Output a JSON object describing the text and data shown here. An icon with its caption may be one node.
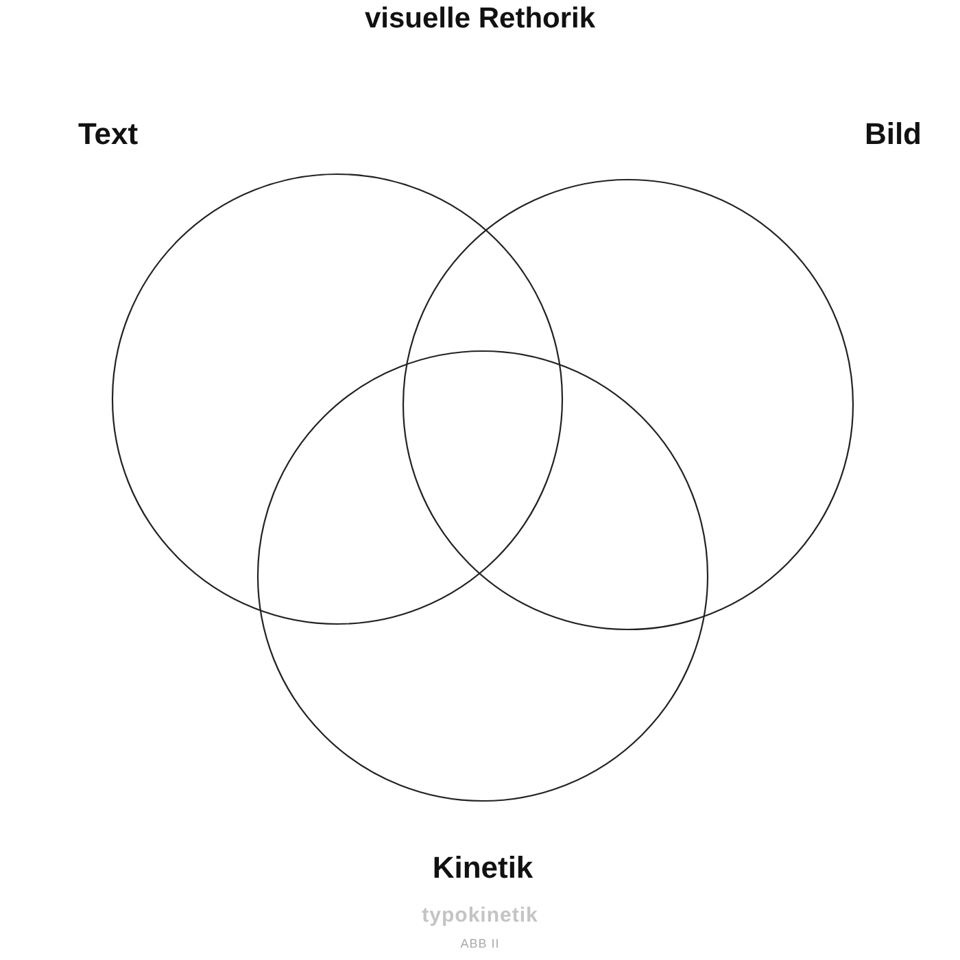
{
  "diagram": {
    "title": "visuelle Rethorik",
    "nodes": [
      {
        "text": [
          "Text"
        ]
      },
      {
        "text": [
          "Bild"
        ]
      },
      {
        "text": [
          "Kinetik"
        ]
      }
    ],
    "labels": [
      "typokinetik",
      "ABB II"
    ]
  }
}
